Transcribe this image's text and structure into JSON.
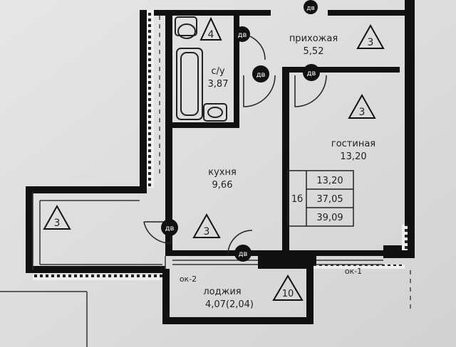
{
  "rooms": {
    "hall": {
      "name": "прихожая",
      "area": "5,52",
      "marker": "3"
    },
    "bathroom": {
      "name": "с/у",
      "area": "3,87",
      "marker": "4"
    },
    "living": {
      "name": "гостиная",
      "area": "13,20",
      "marker": "3"
    },
    "kitchen": {
      "name": "кухня",
      "area": "9,66",
      "marker": "3"
    },
    "loggia": {
      "name": "лоджия",
      "area": "4,07(2,04)",
      "marker": "10"
    },
    "left_room": {
      "marker": "3"
    }
  },
  "doors": [
    "дв",
    "дв",
    "дв",
    "дв",
    "дв",
    "дв"
  ],
  "summary_table": {
    "row_label": "1б",
    "values": [
      "13,20",
      "37,05",
      "39,09"
    ]
  },
  "window_labels": [
    "ок-1",
    "ок-2"
  ],
  "colors": {
    "paper": "#e4e4e4",
    "wall": "#111111",
    "line": "#333333"
  }
}
